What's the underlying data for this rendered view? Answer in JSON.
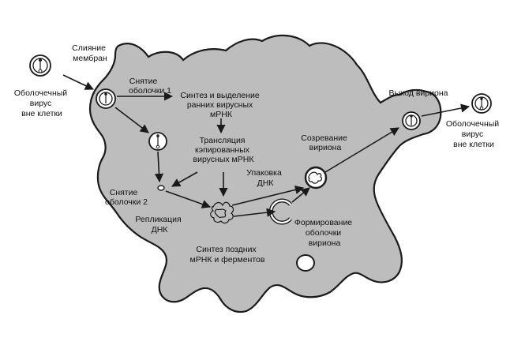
{
  "labels": {
    "membrane_fusion": [
      "Слияние",
      "мембран"
    ],
    "virus_outside_left": [
      "Оболочечный",
      "вирус",
      "вне клетки"
    ],
    "uncoating_1": [
      "Снятие",
      "оболочки 1"
    ],
    "early_mrna": [
      "Синтез и выделение",
      "ранних вирусных",
      "мРНК"
    ],
    "translation": [
      "Трансляция",
      "кэпированных",
      "вирусных мРНК"
    ],
    "uncoating_2": [
      "Снятие",
      "оболочки 2"
    ],
    "replication": [
      "Репликация",
      "ДНК"
    ],
    "dna_packaging": [
      "Упаковка",
      "ДНК"
    ],
    "maturation": [
      "Созревание",
      "вириона"
    ],
    "virion_exit": [
      "Выход вириона"
    ],
    "virus_outside_right": [
      "Оболочечный",
      "вирус",
      "вне клетки"
    ],
    "envelope_formation": [
      "Формирование",
      "оболочки",
      "вириона"
    ],
    "late_synthesis": [
      "Синтез поздних",
      "мРНК и ферментов"
    ]
  },
  "colors": {
    "cell_fill": "#bdbdbd",
    "stroke": "#1a1a1a",
    "background": "#ffffff"
  }
}
